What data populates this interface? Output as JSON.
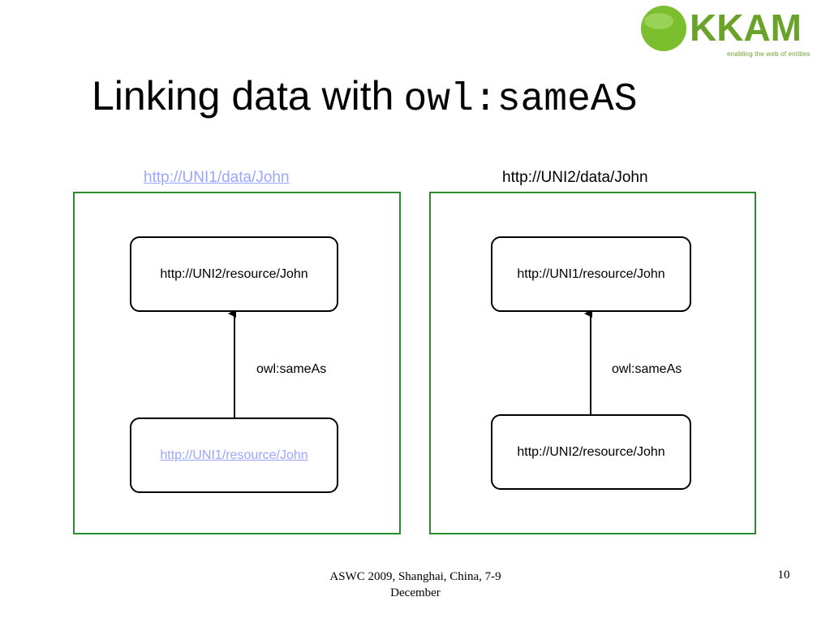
{
  "logo": {
    "wordmark": "KKAM",
    "tagline": "enabling the web of entities",
    "green": "#6aa329"
  },
  "title": {
    "text": "Linking data with",
    "code": "owl:sameAS"
  },
  "panes": [
    {
      "label": "http://UNI1/data/John",
      "label_is_link": true,
      "top_node": "http://UNI2/resource/John",
      "bottom_node": "http://UNI1/resource/John",
      "bottom_is_link": true,
      "edge_label": "owl:sameAs"
    },
    {
      "label": "http://UNI2/data/John",
      "label_is_link": false,
      "top_node": "http://UNI1/resource/John",
      "bottom_node": "http://UNI2/resource/John",
      "bottom_is_link": false,
      "edge_label": "owl:sameAs"
    }
  ],
  "footer": {
    "line1": "ASWC 2009, Shanghai, China, 7-9",
    "line2": "December",
    "page": "10"
  },
  "colors": {
    "pane_border": "#2e8b2e",
    "link": "#9aa6ff"
  }
}
